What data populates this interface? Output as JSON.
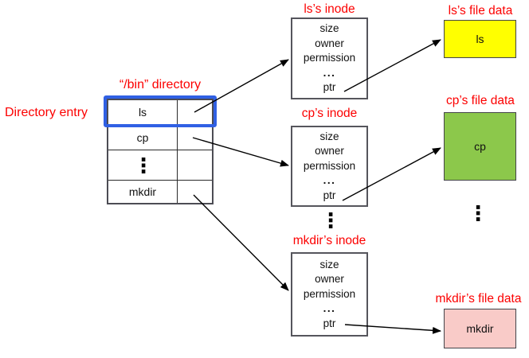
{
  "diagram": {
    "entry_label": "Directory entry",
    "table": {
      "title": "“/bin” directory",
      "rows": [
        "ls",
        "cp",
        "⋮",
        "mkdir"
      ]
    },
    "inode_fields": [
      "size",
      "owner",
      "permission",
      "...",
      "ptr"
    ],
    "inodes": [
      {
        "title": "ls’s inode"
      },
      {
        "title": "cp’s inode"
      },
      {
        "title": "mkdir’s inode"
      }
    ],
    "files": [
      {
        "title": "ls’s file data",
        "content": "ls",
        "color": "#ffff00"
      },
      {
        "title": "cp’s file data",
        "content": "cp",
        "color": "#8cc84b"
      },
      {
        "title": "mkdir’s file data",
        "content": "mkdir",
        "color": "#f9cbc8"
      }
    ],
    "ellipsis": "⋮",
    "colors": {
      "label_red": "#fc0000",
      "highlight_blue": "#3060e4",
      "arrow_black": "#000000",
      "ls_file_yellow": "#ffff00",
      "cp_file_green": "#8cc84b",
      "mkdir_file_pink": "#f9cbc8"
    },
    "arrows": [
      {
        "from": "directory-row-ls",
        "to": "inode-ls"
      },
      {
        "from": "directory-row-cp",
        "to": "inode-cp"
      },
      {
        "from": "directory-row-mkdir",
        "to": "inode-mkdir"
      },
      {
        "from": "inode-ls-ptr",
        "to": "file-data-ls"
      },
      {
        "from": "inode-cp-ptr",
        "to": "file-data-cp"
      },
      {
        "from": "inode-mkdir-ptr",
        "to": "file-data-mkdir"
      }
    ]
  }
}
